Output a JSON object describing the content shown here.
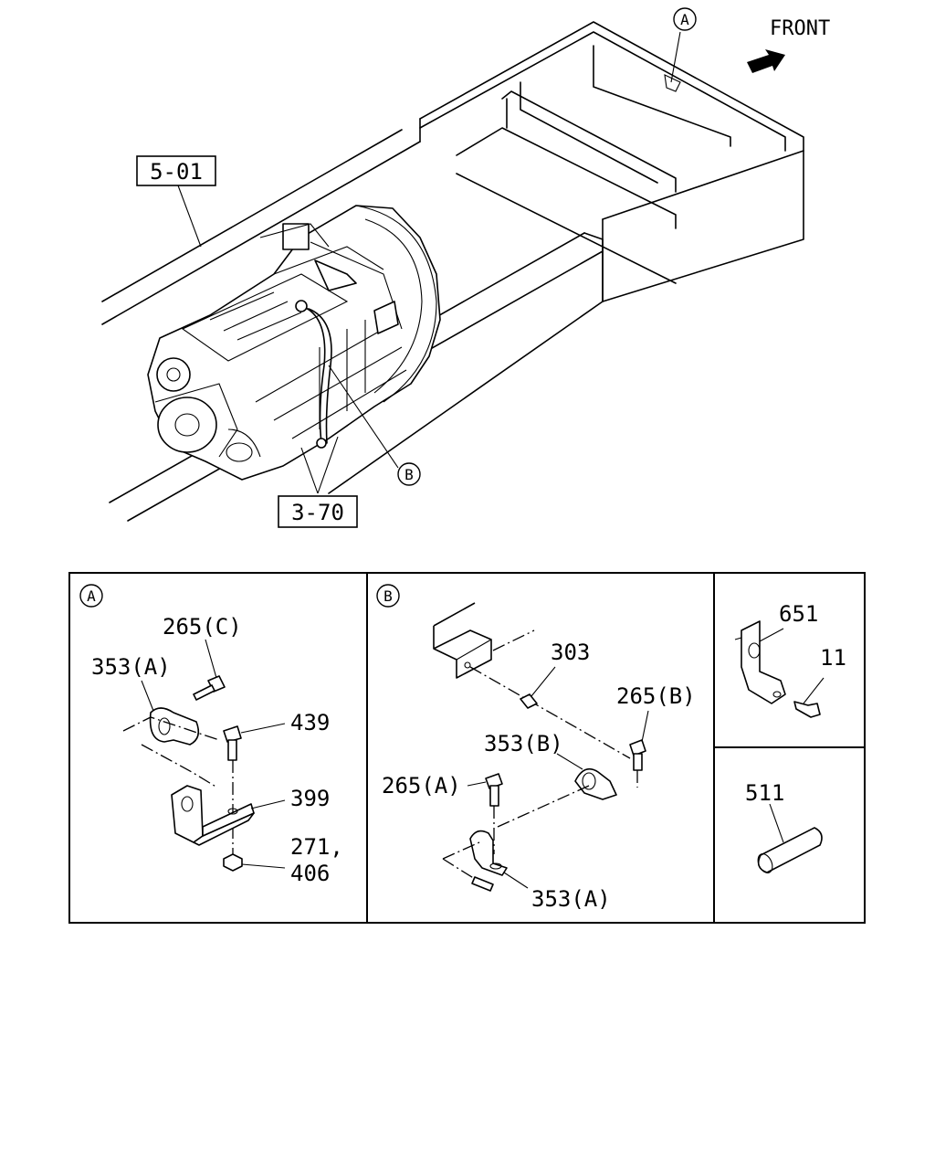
{
  "front_label": "FRONT",
  "callouts": {
    "ref_a_main": "A",
    "ref_b_main": "B",
    "ref_a_box": "A",
    "ref_b_box": "B"
  },
  "ref_boxes": {
    "frame_ref": "5-01",
    "transmission_ref": "3-70"
  },
  "panel_a": {
    "labels": {
      "bolt_265c": "265(C)",
      "clip_353a": "353(A)",
      "bolt_439": "439",
      "bracket_399": "399",
      "nut_271": "271,",
      "nut_406": "406"
    }
  },
  "panel_b": {
    "labels": {
      "pin_303": "303",
      "bolt_265b": "265(B)",
      "clip_353b": "353(B)",
      "bolt_265a": "265(A)",
      "clip_353a": "353(A)"
    }
  },
  "panel_c": {
    "labels": {
      "bracket_651": "651",
      "bolt_11": "11"
    }
  },
  "panel_d": {
    "labels": {
      "pin_511": "511"
    }
  },
  "icons": [
    "front-arrow-icon"
  ]
}
